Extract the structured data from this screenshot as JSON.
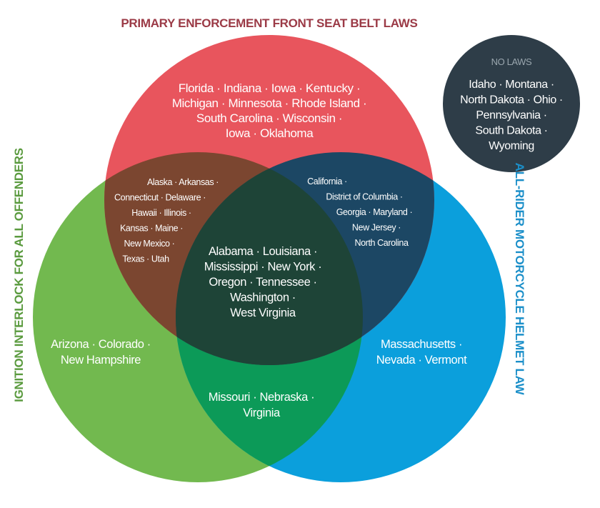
{
  "colors": {
    "red": "#e8555d",
    "green": "#72b94f",
    "blue": "#0b9fdc",
    "red_green": "#7b4630",
    "red_blue": "#1c4764",
    "green_blue": "#0c9a58",
    "center": "#1e4437",
    "no_laws": "#2e3d48"
  },
  "labels": {
    "red": "PRIMARY ENFORCEMENT FRONT SEAT BELT LAWS",
    "green": "IGNITION INTERLOCK FOR ALL OFFENDERS",
    "blue": "ALL-RIDER MOTORCYCLE HELMET LAW"
  },
  "regions": {
    "red_only": {
      "lines": [
        "Florida · Indiana · Iowa · Kentucky ·",
        "Michigan · Minnesota · Rhode Island ·",
        "South Carolina · Wisconsin ·",
        "Iowa · Oklahoma"
      ]
    },
    "red_green": {
      "lines": [
        "Alaska · Arkansas ·",
        "Connecticut · Delaware ·",
        "Hawaii · Illinois ·",
        "Kansas · Maine ·",
        "New Mexico ·",
        "Texas · Utah"
      ]
    },
    "red_blue": {
      "lines": [
        "California ·",
        "District of Columbia ·",
        "Georgia · Maryland ·",
        "New Jersey ·",
        "North Carolina"
      ]
    },
    "center": {
      "lines": [
        "Alabama · Louisiana ·",
        "Mississippi · New York ·",
        "Oregon · Tennessee ·",
        "Washington ·",
        "West Virginia"
      ]
    },
    "green_only": {
      "lines": [
        "Arizona · Colorado ·",
        "New Hampshire"
      ]
    },
    "blue_only": {
      "lines": [
        "Massachusetts ·",
        "Nevada · Vermont"
      ]
    },
    "green_blue": {
      "lines": [
        "Missouri · Nebraska ·",
        "Virginia"
      ]
    },
    "no_laws": {
      "title": "NO LAWS",
      "lines": [
        "Idaho · Montana ·",
        "North Dakota · Ohio ·",
        "Pennsylvania ·",
        "South Dakota ·",
        "Wyoming"
      ]
    }
  }
}
